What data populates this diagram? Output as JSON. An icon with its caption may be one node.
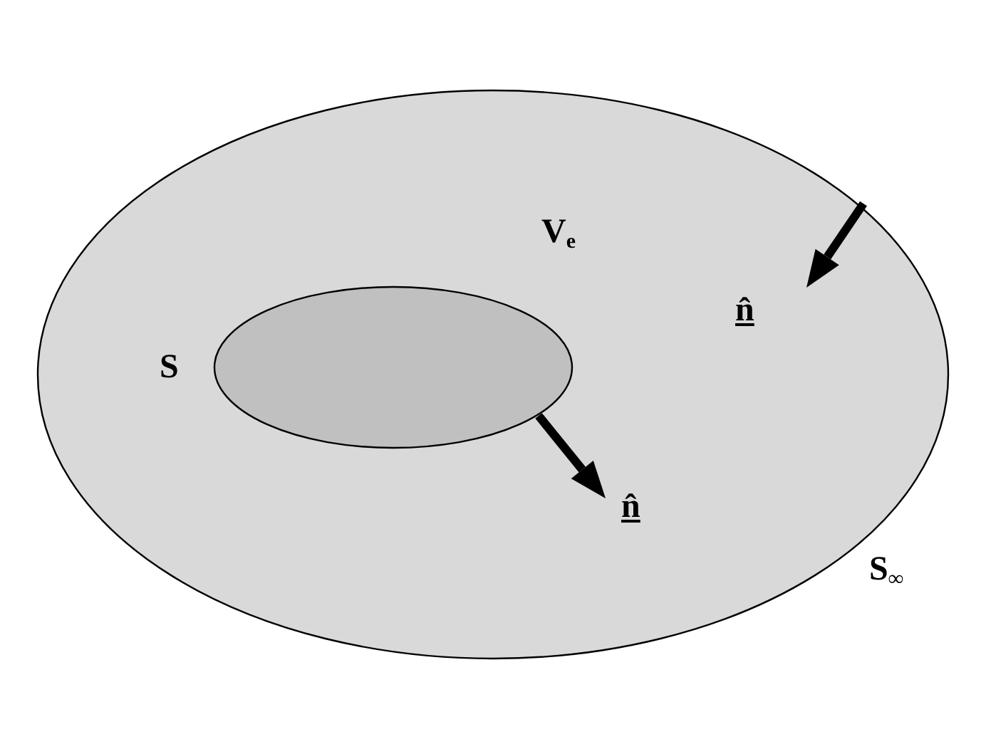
{
  "diagram": {
    "nodes": [
      {
        "text": [
          "V$_{e}$"
        ],
        "beside": [
          "S$_{∞}$"
        ]
      },
      {
        "text": [],
        "shape": "ellipse",
        "beside": [
          "S"
        ],
        "in": 0
      }
    ],
    "labels": [
      "n̂",
      "n̂"
    ]
  }
}
